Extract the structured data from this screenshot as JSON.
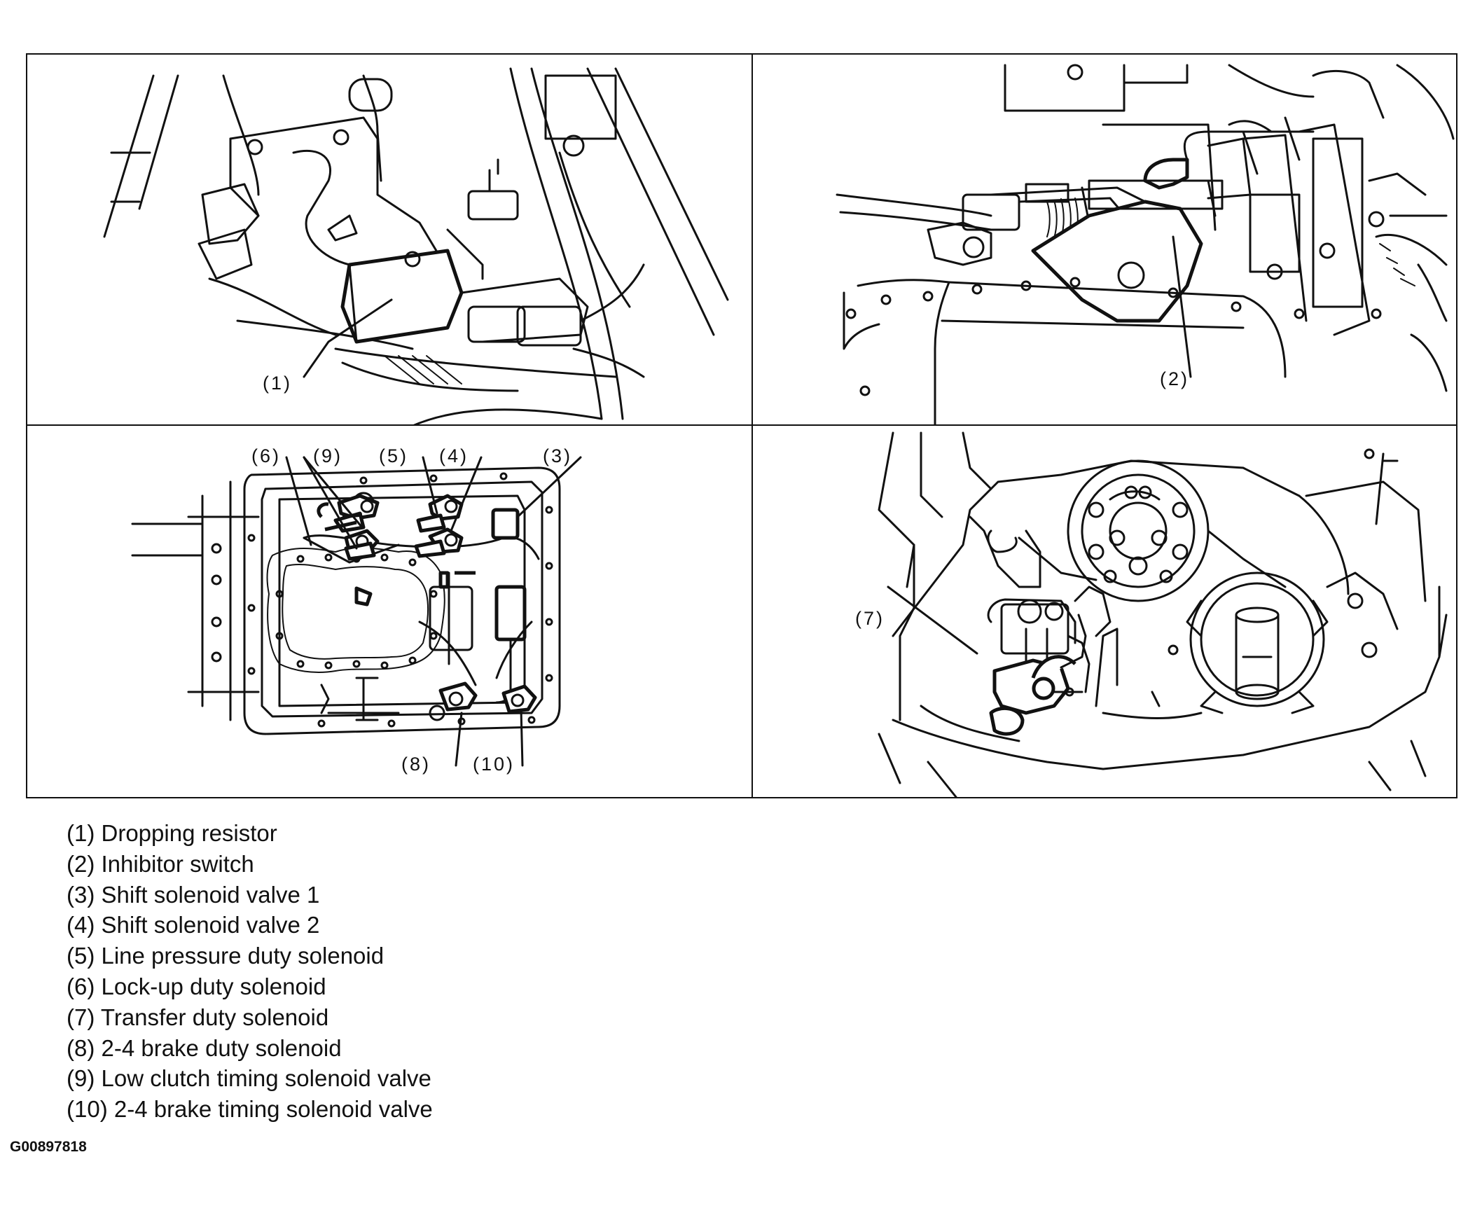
{
  "figure": {
    "panels": [
      {
        "name": "dropping-resistor-view",
        "callouts": [
          "(1)"
        ]
      },
      {
        "name": "inhibitor-switch-view",
        "callouts": [
          "(2)"
        ]
      },
      {
        "name": "control-valve-view",
        "callouts": [
          "(6)",
          "(9)",
          "(5)",
          "(4)",
          "(3)",
          "(8)",
          "(10)"
        ]
      },
      {
        "name": "transfer-solenoid-view",
        "callouts": [
          "(7)"
        ]
      }
    ]
  },
  "legend": [
    "(1) Dropping resistor",
    "(2) Inhibitor switch",
    "(3) Shift solenoid valve 1",
    "(4) Shift solenoid valve 2",
    "(5) Line pressure duty solenoid",
    "(6) Lock-up duty solenoid",
    "(7) Transfer duty solenoid",
    "(8) 2-4 brake duty solenoid",
    "(9) Low clutch timing solenoid valve",
    "(10) 2-4 brake timing solenoid valve"
  ],
  "figure_id": "G00897818",
  "colors": {
    "line": "#111111",
    "background": "#ffffff"
  }
}
